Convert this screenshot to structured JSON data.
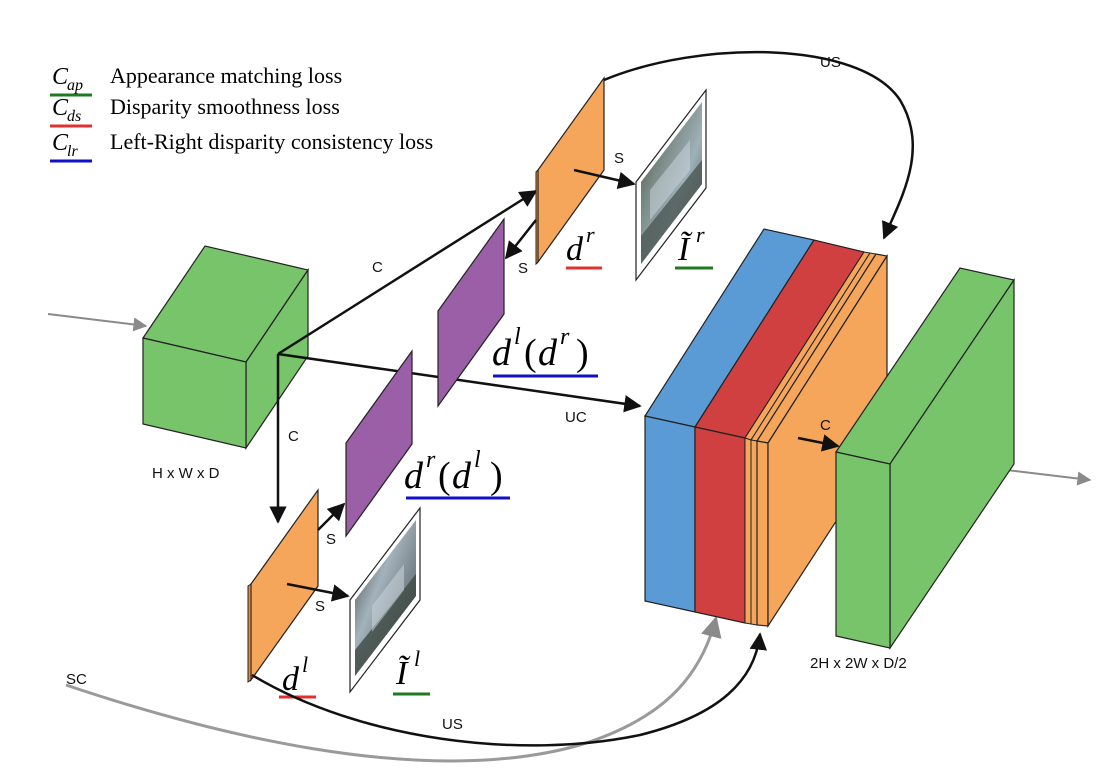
{
  "legend": {
    "items": [
      {
        "symbol": "C",
        "sub": "ap",
        "text": "Appearance matching loss",
        "color": "#1f7a1f"
      },
      {
        "symbol": "C",
        "sub": "ds",
        "text": "Disparity smoothness loss",
        "color": "#e03030"
      },
      {
        "symbol": "C",
        "sub": "lr",
        "text": "Left-Right disparity consistency loss",
        "color": "#1010c8"
      }
    ]
  },
  "blocks": {
    "input_dims": "H x W x D",
    "output_dims": "2H x 2W x D/2"
  },
  "labels": {
    "c_top": "C",
    "c_left": "C",
    "c_right": "C",
    "uc": "UC",
    "us_top": "US",
    "us_bottom": "US",
    "sc": "SC",
    "s_top_img": "S",
    "s_top_back": "S",
    "s_bottom_up": "S",
    "s_bottom_img": "S"
  },
  "symbols": {
    "dr": {
      "base": "d",
      "sup": "r"
    },
    "dl": {
      "base": "d",
      "sup": "l"
    },
    "ir": {
      "base": "Ĩ",
      "sup": "r"
    },
    "il": {
      "base": "Ĩ",
      "sup": "l"
    },
    "dl_dr": {
      "base": "d",
      "sup": "l",
      "inner": "d",
      "inner_sup": "r"
    },
    "dr_dl": {
      "base": "d",
      "sup": "r",
      "inner": "d",
      "inner_sup": "l"
    }
  },
  "colors": {
    "green_block": "#78c46a",
    "orange_block": "#f5a65b",
    "purple_block": "#9b5fa8",
    "blue_block": "#5b9bd5",
    "red_block": "#d04040",
    "loss_ap": "#1f7a1f",
    "loss_ds": "#e03030",
    "loss_lr": "#1010c8"
  }
}
